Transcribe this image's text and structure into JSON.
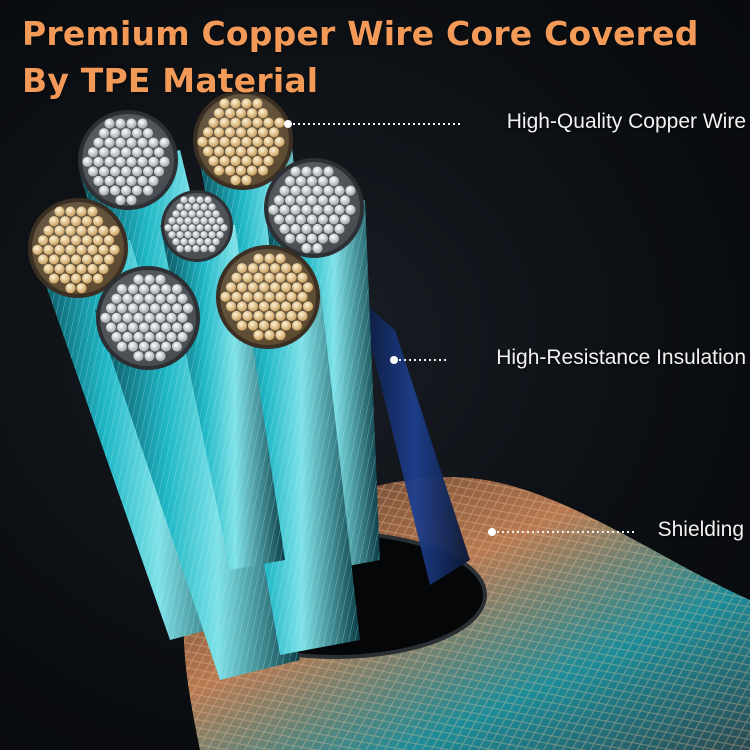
{
  "headline": {
    "line1": "Premium Copper Wire Core Covered",
    "line2": "By TPE Material"
  },
  "callouts": {
    "copper": "High-Quality Copper Wire",
    "insulation": "High-Resistance Insulation",
    "shielding": "Shielding"
  },
  "colors": {
    "headline": "#f39a58",
    "callout_text": "#f2f2f2",
    "wire_teal": "#1fb7c6",
    "strand_silver": "#e8e8e8",
    "strand_gold": "#e9c98d",
    "braid_copper": "#b87a52"
  }
}
